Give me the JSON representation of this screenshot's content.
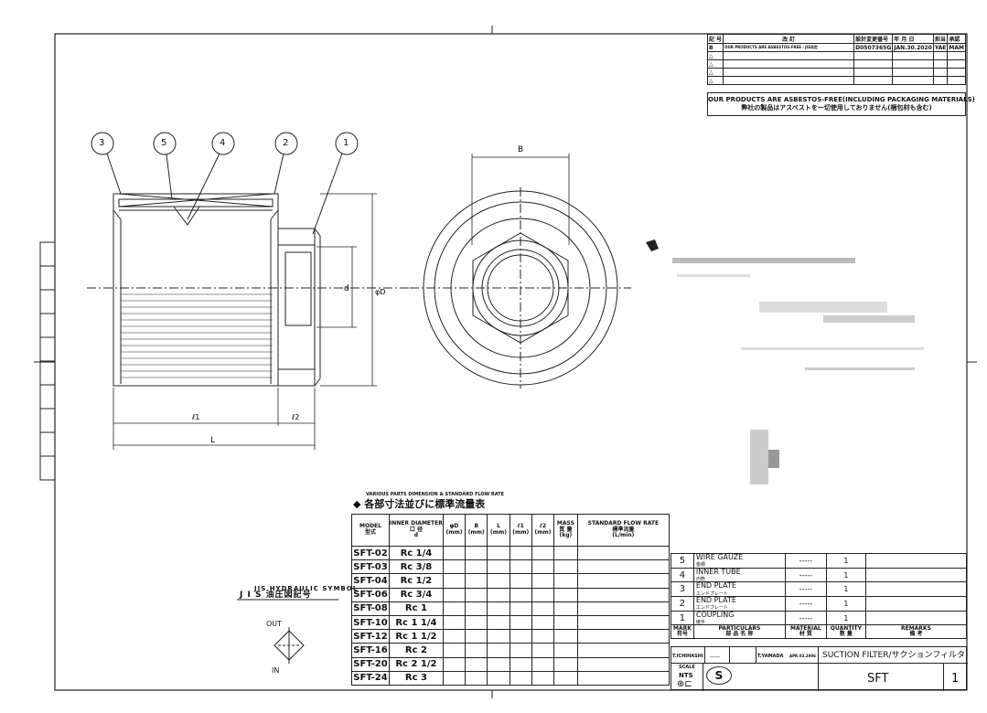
{
  "balloons": [
    "3",
    "5",
    "4",
    "2",
    "1"
  ],
  "dims": {
    "B": "B",
    "d": "d",
    "phiD": "φD",
    "l1": "ℓ1",
    "l2": "ℓ2",
    "L": "L"
  },
  "revision": {
    "headers": [
      "記 号",
      "改 訂",
      "設計変更番号",
      "年 月 日",
      "担当",
      "承認"
    ],
    "row1": [
      "B",
      "OUR PRODUCTS ARE ASBESTOS-FREE・JIS改定",
      "D0507365G",
      "JAN.30.2020",
      "YAE",
      "MAM"
    ],
    "triangles": [
      "△",
      "△",
      "△",
      "△"
    ],
    "note_en": "OUR PRODUCTS ARE ASBESTOS-FREE(INCLUDING PACKAGING MATERIALS)",
    "note_jp": "弊社の製品はアスベストを一切使用しておりません(梱包材も含む)"
  },
  "table_title": {
    "en": "VARIOUS PARTS DIMENSION & STANDARD FLOW RATE",
    "jp": "◆ 各部寸法並びに標準流量表"
  },
  "dim_table": {
    "headers": [
      "MODEL\n型式",
      "INNER DIAMETER\n口 径\nd",
      "φD\n(mm)",
      "B\n(mm)",
      "L\n(mm)",
      "ℓ1\n(mm)",
      "ℓ2\n(mm)",
      "MASS\n質 量\n(kg)",
      "STANDARD FLOW RATE\n標準流量\n(L/min)"
    ],
    "rows": [
      [
        "SFT-02",
        "Rc 1/4",
        "",
        "",
        "",
        "",
        "",
        "",
        ""
      ],
      [
        "SFT-03",
        "Rc 3/8",
        "",
        "",
        "",
        "",
        "",
        "",
        ""
      ],
      [
        "SFT-04",
        "Rc 1/2",
        "",
        "",
        "",
        "",
        "",
        "",
        ""
      ],
      [
        "SFT-06",
        "Rc 3/4",
        "",
        "",
        "",
        "",
        "",
        "",
        ""
      ],
      [
        "SFT-08",
        "Rc 1",
        "",
        "",
        "",
        "",
        "",
        "",
        ""
      ],
      [
        "SFT-10",
        "Rc 1 1/4",
        "",
        "",
        "",
        "",
        "",
        "",
        ""
      ],
      [
        "SFT-12",
        "Rc 1 1/2",
        "",
        "",
        "",
        "",
        "",
        "",
        ""
      ],
      [
        "SFT-16",
        "Rc 2",
        "",
        "",
        "",
        "",
        "",
        "",
        ""
      ],
      [
        "SFT-20",
        "Rc 2 1/2",
        "",
        "",
        "",
        "",
        "",
        "",
        ""
      ],
      [
        "SFT-24",
        "Rc 3",
        "",
        "",
        "",
        "",
        "",
        "",
        ""
      ]
    ]
  },
  "jis": {
    "en": "JIS HYDRAULIC SYMBOL",
    "jp": "J I S 油圧図記号",
    "out": "OUT",
    "in": "IN"
  },
  "parts_list": {
    "rows": [
      {
        "no": "5",
        "en": "WIRE GAUZE",
        "jp": "金網",
        "material": "-----",
        "qty": "1"
      },
      {
        "no": "4",
        "en": "INNER TUBE",
        "jp": "内筒",
        "material": "-----",
        "qty": "1"
      },
      {
        "no": "3",
        "en": "END PLATE",
        "jp": "エンドプレート",
        "material": "-----",
        "qty": "1"
      },
      {
        "no": "2",
        "en": "END PLATE",
        "jp": "エンドプレート",
        "material": "-----",
        "qty": "1"
      },
      {
        "no": "1",
        "en": "COUPLING",
        "jp": "継手",
        "material": "-----",
        "qty": "1"
      }
    ],
    "header": {
      "mark": "MARK\n符号",
      "particulars": "PARTICULARS\n部 品 名 称",
      "material": "MATERIAL\n材 質",
      "quantity": "QUANTITY\n数 量",
      "remarks": "REMARKS\n備 考"
    }
  },
  "title_block": {
    "drawn": "T.ICHIHASHI",
    "designer": "T.YAMADA",
    "date": "APR.03.2006",
    "title": "SUCTION FILTER/サクションフィルタ",
    "scale_label": "SCALE",
    "scale": "NTS",
    "model": "SFT",
    "sheet": "1",
    "logo": "S"
  }
}
